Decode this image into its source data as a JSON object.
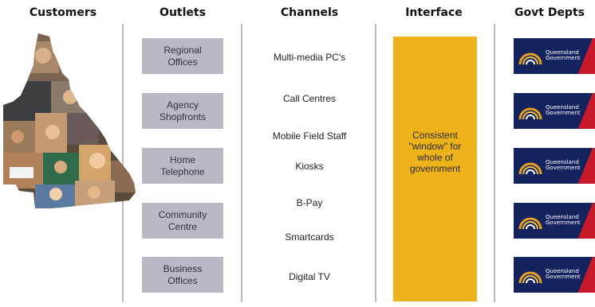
{
  "headers": {
    "customers": "Customers",
    "outlets": "Outlets",
    "channels": "Channels",
    "interface": "Interface",
    "govt_depts": "Govt Depts"
  },
  "outlets": [
    "Regional\nOffices",
    "Agency\nShopfronts",
    "Home\nTelephone",
    "Community\nCentre",
    "Business\nOffices"
  ],
  "channels": [
    "Multi-media PC's",
    "Call Centres",
    "Mobile Field Staff",
    "Kiosks",
    "B-Pay",
    "Smartcards",
    "Digital TV"
  ],
  "interface_text": "Consistent\n\"window\" for\nwhole of\ngovernment",
  "govt_logo_text": "Queensland\nGovernment",
  "colors": {
    "outlet_box": "#b9b9c6",
    "interface_box": "#eeb21a",
    "govt_logo_bg": "#13235e",
    "govt_logo_accent": "#c8192a",
    "divider": "#b9b9c4"
  }
}
